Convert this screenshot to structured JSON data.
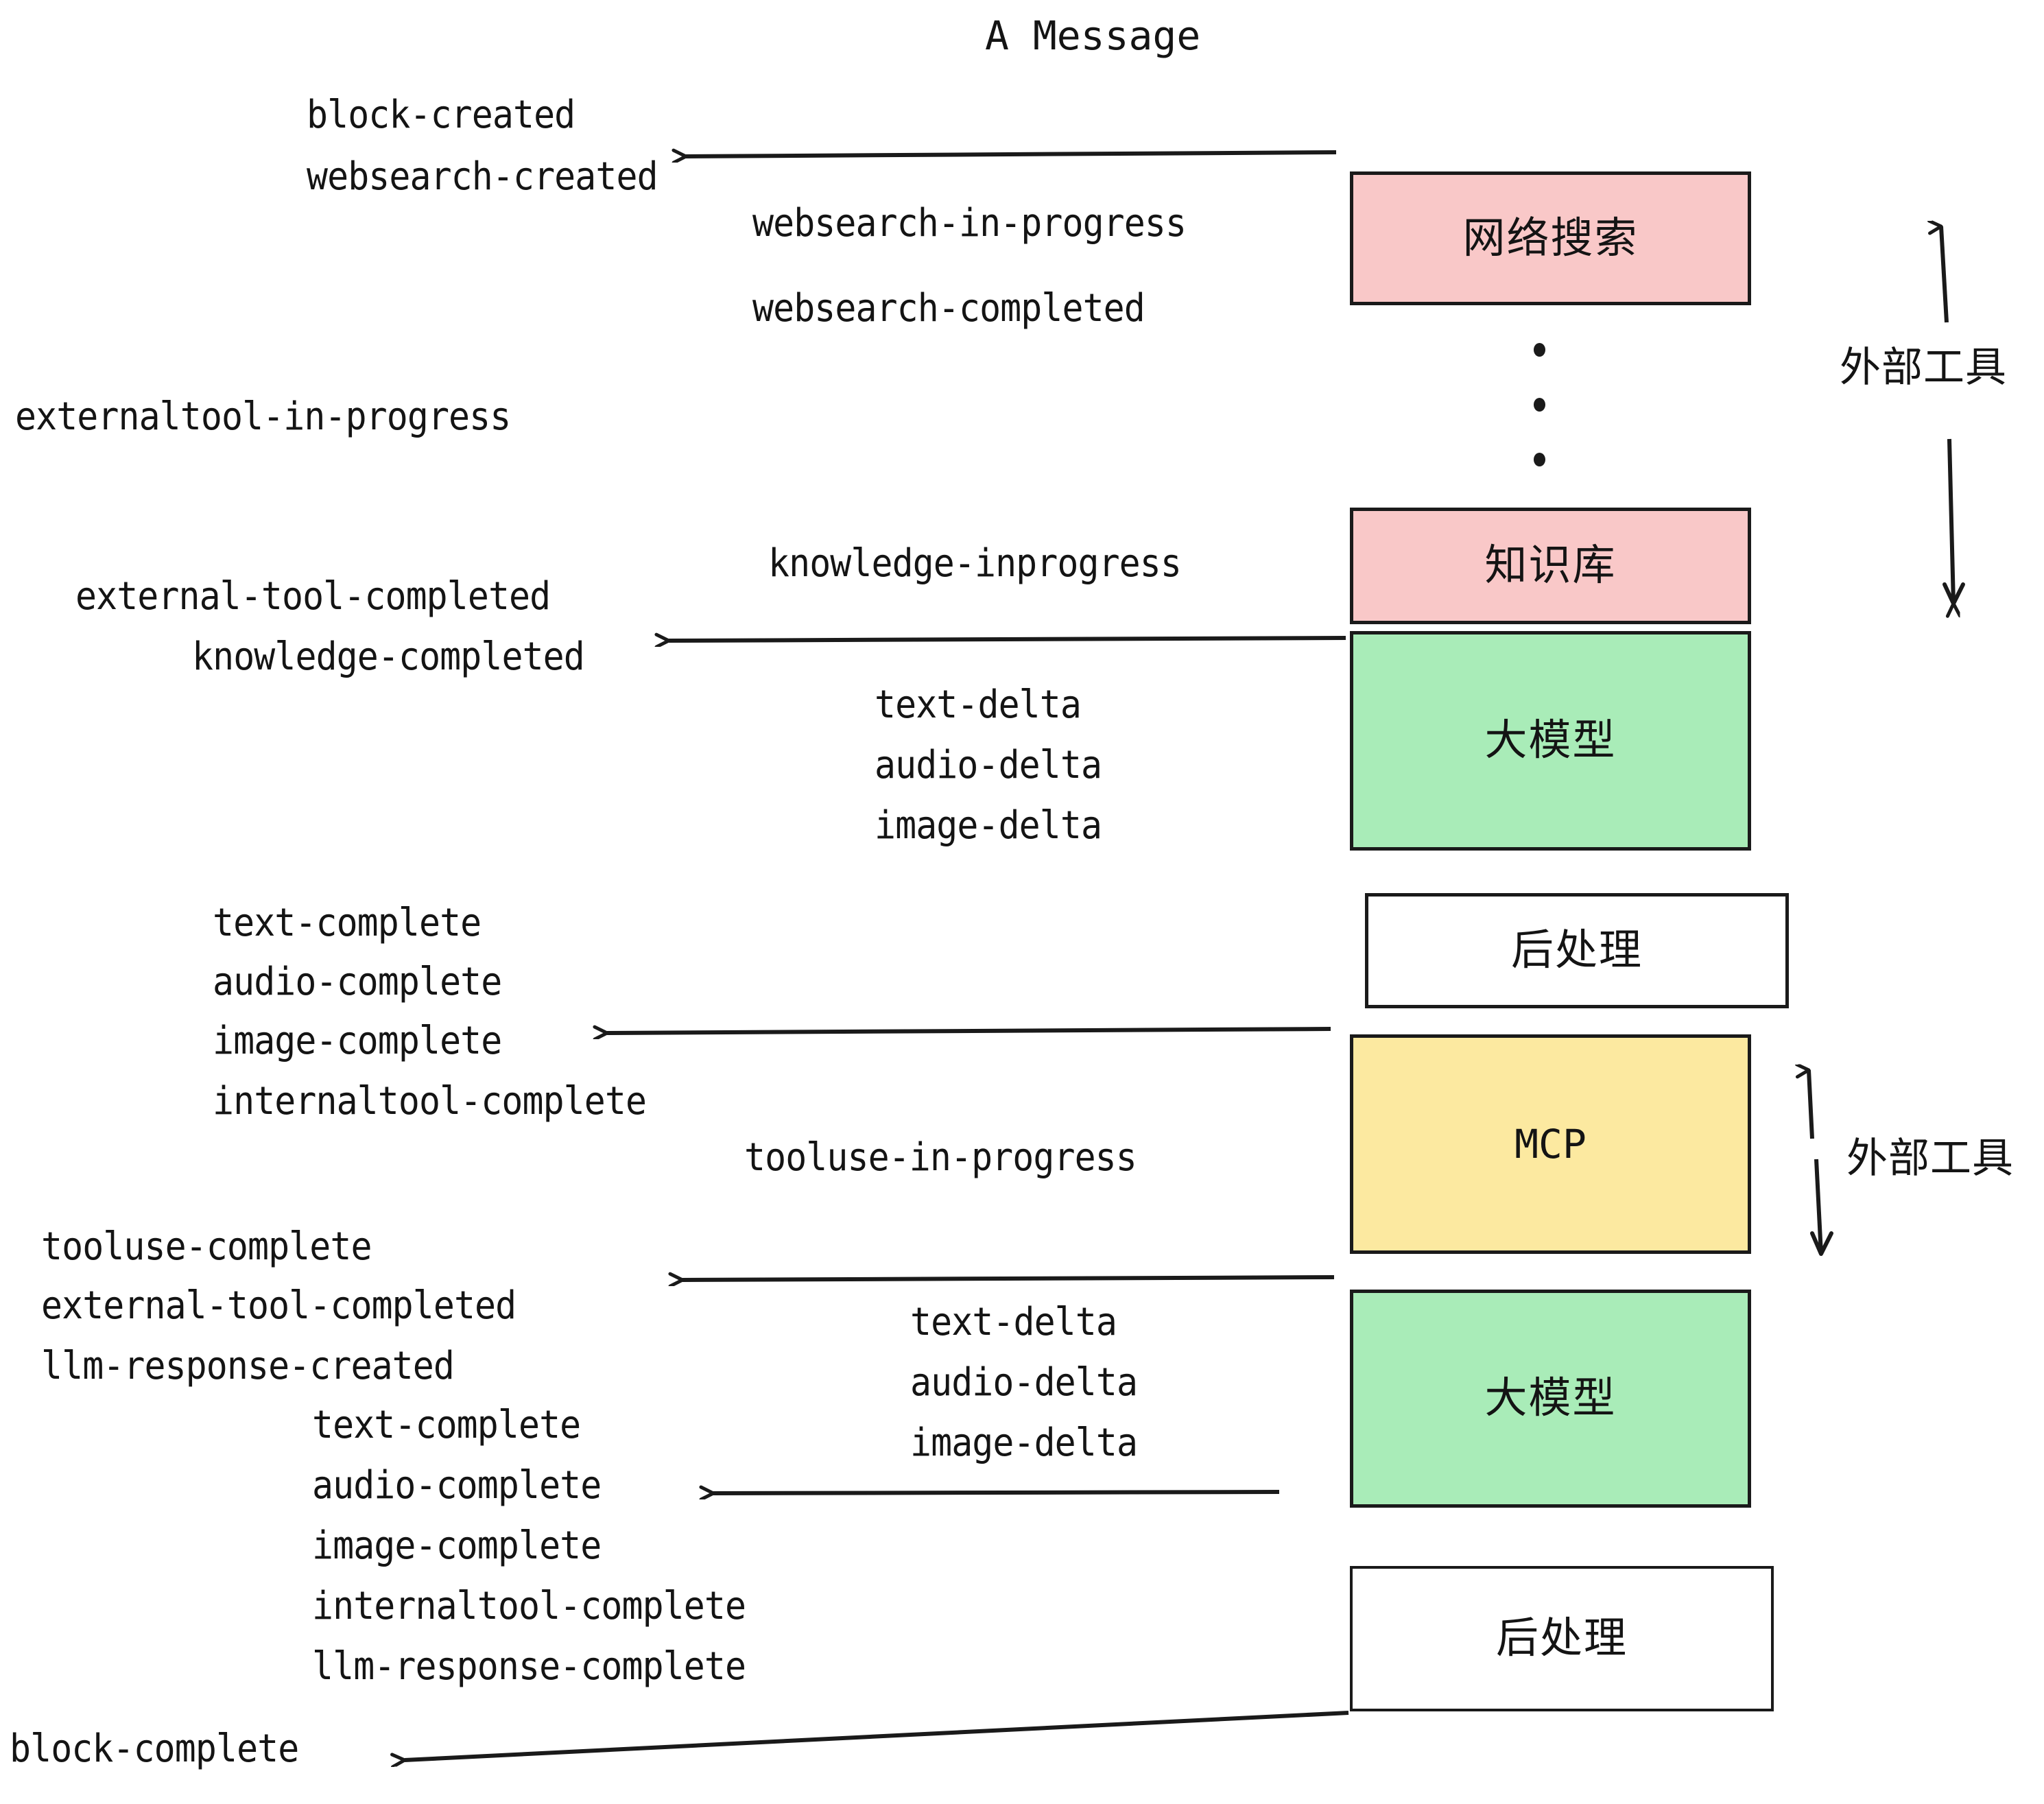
{
  "title": "A Message",
  "boxes": [
    {
      "id": "websearch",
      "label": "网络搜索",
      "color": "#f9c8c8",
      "type": "cjk"
    },
    {
      "id": "knowledge",
      "label": "知识库",
      "color": "#f9c8c8",
      "type": "cjk"
    },
    {
      "id": "llm1",
      "label": "大模型",
      "color": "#a9ecb8",
      "type": "cjk"
    },
    {
      "id": "post1",
      "label": "后处理",
      "color": "#ffffff",
      "type": "cjk"
    },
    {
      "id": "mcp",
      "label": "MCP",
      "color": "#fce9a0",
      "type": "mono"
    },
    {
      "id": "llm2",
      "label": "大模型",
      "color": "#a9ecb8",
      "type": "cjk"
    },
    {
      "id": "post2",
      "label": "后处理",
      "color": "#ffffff",
      "type": "cjk"
    }
  ],
  "side_labels": [
    {
      "id": "external-tools-top",
      "text": "外部工具"
    },
    {
      "id": "external-tools-bottom",
      "text": "外部工具"
    }
  ],
  "events": [
    {
      "id": "block-created",
      "text": "block-created"
    },
    {
      "id": "websearch-created",
      "text": "websearch-created"
    },
    {
      "id": "websearch-in-progress",
      "text": "websearch-in-progress"
    },
    {
      "id": "websearch-completed",
      "text": "websearch-completed"
    },
    {
      "id": "externaltool-in-progress",
      "text": "externaltool-in-progress"
    },
    {
      "id": "knowledge-inprogress",
      "text": "knowledge-inprogress"
    },
    {
      "id": "external-tool-completed-1",
      "text": "external-tool-completed"
    },
    {
      "id": "knowledge-completed",
      "text": "knowledge-completed"
    },
    {
      "id": "text-delta-1",
      "text": "text-delta"
    },
    {
      "id": "audio-delta-1",
      "text": "audio-delta"
    },
    {
      "id": "image-delta-1",
      "text": "image-delta"
    },
    {
      "id": "text-complete-1",
      "text": "text-complete"
    },
    {
      "id": "audio-complete-1",
      "text": "audio-complete"
    },
    {
      "id": "image-complete-1",
      "text": "image-complete"
    },
    {
      "id": "internaltool-complete-1",
      "text": "internaltool-complete"
    },
    {
      "id": "tooluse-in-progress",
      "text": "tooluse-in-progress"
    },
    {
      "id": "tooluse-complete",
      "text": "tooluse-complete"
    },
    {
      "id": "external-tool-completed-2",
      "text": "external-tool-completed"
    },
    {
      "id": "llm-response-created",
      "text": "llm-response-created"
    },
    {
      "id": "text-delta-2",
      "text": "text-delta"
    },
    {
      "id": "audio-delta-2",
      "text": "audio-delta"
    },
    {
      "id": "image-delta-2",
      "text": "image-delta"
    },
    {
      "id": "text-complete-2",
      "text": "text-complete"
    },
    {
      "id": "audio-complete-2",
      "text": "audio-complete"
    },
    {
      "id": "image-complete-2",
      "text": "image-complete"
    },
    {
      "id": "internaltool-complete-2",
      "text": "internaltool-complete"
    },
    {
      "id": "llm-response-complete",
      "text": "llm-response-complete"
    },
    {
      "id": "block-complete",
      "text": "block-complete"
    }
  ],
  "colors": {
    "pink": "#f9c8c8",
    "green": "#a9ecb8",
    "yellow": "#fce9a0",
    "white": "#ffffff",
    "stroke": "#1a1a1a",
    "text": "#141414"
  }
}
